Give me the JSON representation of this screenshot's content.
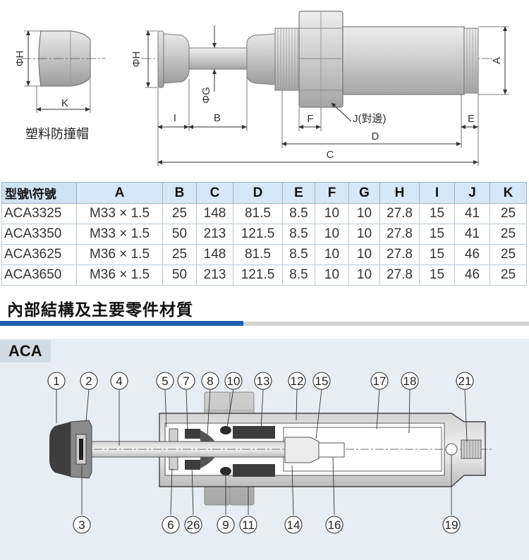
{
  "top_diagram": {
    "labels": {
      "phi_h": "ΦH",
      "k": "K",
      "cap_caption": "塑料防撞帽",
      "phi_h_2": "ΦH",
      "phi_g": "ΦG",
      "i": "I",
      "b": "B",
      "f": "F",
      "j": "J(對邊)",
      "e": "E",
      "a": "A",
      "d": "D",
      "c": "C"
    }
  },
  "spec_table": {
    "headers": [
      "型號\\符號",
      "A",
      "B",
      "C",
      "D",
      "E",
      "F",
      "G",
      "H",
      "I",
      "J",
      "K"
    ],
    "rows": [
      [
        "ACA3325",
        "M33 × 1.5",
        "25",
        "148",
        "81.5",
        "8.5",
        "10",
        "10",
        "27.8",
        "15",
        "41",
        "25"
      ],
      [
        "ACA3350",
        "M33 × 1.5",
        "50",
        "213",
        "121.5",
        "8.5",
        "10",
        "10",
        "27.8",
        "15",
        "41",
        "25"
      ],
      [
        "ACA3625",
        "M36 × 1.5",
        "25",
        "148",
        "81.5",
        "8.5",
        "10",
        "10",
        "27.8",
        "15",
        "46",
        "25"
      ],
      [
        "ACA3650",
        "M36 × 1.5",
        "50",
        "213",
        "121.5",
        "8.5",
        "10",
        "10",
        "27.8",
        "15",
        "46",
        "25"
      ]
    ]
  },
  "section": {
    "title": "內部結構及主要零件材質"
  },
  "aca_diagram": {
    "tab_label": "ACA",
    "top_callouts": [
      "1",
      "2",
      "4",
      "5",
      "7",
      "8",
      "10",
      "13",
      "12",
      "15",
      "17",
      "18",
      "21"
    ],
    "bottom_callouts": [
      "3",
      "6",
      "26",
      "9",
      "11",
      "14",
      "16",
      "19"
    ]
  }
}
